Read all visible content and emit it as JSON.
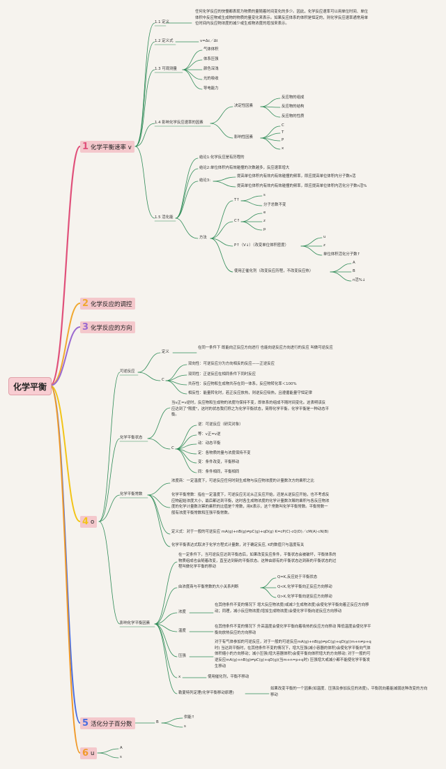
{
  "root": "化学平衡",
  "branches": [
    {
      "num": "1",
      "label": "化学平衡速率 v",
      "color": "#e0507a"
    },
    {
      "num": "2",
      "label": "化学反应的调控",
      "color": "#f0a830"
    },
    {
      "num": "3",
      "label": "化学反应的方向",
      "color": "#9a6ad0"
    },
    {
      "num": "4",
      "label": "o",
      "color": "#f2c418"
    },
    {
      "num": "5",
      "label": "活化分子百分数",
      "color": "#4a6ee0"
    },
    {
      "num": "6",
      "label": "u",
      "color": "#f09a2a"
    }
  ],
  "b1": {
    "def_label": "1.1 定义",
    "def_text": "任何化学反应的快慢都表现为物质的量随着时间变化的多少。因此，化学反应速率可以用单位时间、单位体积中反应物或生成物的物质的量变化来表示。如果反应体系的体积是恒定的，则化学反应速率通常用单位时间内反应物浓度的减少或生成物浓度的增加来表示。",
    "formula_label": "1.2 定义式",
    "formula": "v=Δc／Δt",
    "measure_label": "1.3 可观测量",
    "measures": [
      "气体体积",
      "体系压强",
      "颜色深浅",
      "光的吸收",
      "导电能力"
    ],
    "factors_label": "1.4 影响化学反应速率的因素",
    "decisive_label": "决定性因素",
    "decisive": [
      "反应物的组成",
      "反应物的结构",
      "反应物的性质"
    ],
    "influence_label": "影响性因素",
    "influence": [
      "C",
      "T",
      "P",
      "x"
    ],
    "activation_label": "1.5 活化能",
    "conclusions": [
      "结论1:化学反应是有历程的",
      "结论2:单位体积内有效碰撞的次数越多，反应速率增大"
    ],
    "c3_label": "结论3:",
    "c3_items": [
      "提高单位体积内有效内有效碰撞的频率，即应提高单位体积内分子数n活",
      "提高单位体积内有效内有效碰撞的频率，即应提高单位体积内活化分子数n活%"
    ],
    "method_label": "方法",
    "t_label": "T↑",
    "t_items": [
      "s",
      "分子总数不变"
    ],
    "c_label": "C↑",
    "c_items": [
      "e",
      "z",
      "p"
    ],
    "p_label": "P↑（V↓）（改变单位体积密度）",
    "p_items": [
      "u",
      "z",
      "单位体积活化分子数↑"
    ],
    "cat_label": "使用正催化剂（改变反应历程，不改变反应热）",
    "cat_items": [
      "A",
      "B",
      "n活%↓"
    ]
  },
  "b4": {
    "rev_label": "可逆反应",
    "def_label": "定义",
    "def_text": "在同一条件下 既能向正反应方向进行 也能向逆反应方向进行的反应 叫做可逆反应",
    "c_label": "C",
    "c_items": [
      "双向性：可逆反应分为方向相反的反应——正逆反应",
      "双同性：正逆反应在相同条件下同时反应",
      "共存性：反应物和生成物共存在同一体系，反应物转化率＜100%",
      "相反性：能量转化时，若正反应放热，则逆反应吸热，且遵循能量守恒定律"
    ],
    "state_label": "化学平衡状态",
    "state_text": "当v正=v逆时，反应物和生成物的浓度均保持不变，即体系的组成不随时间变化。这表明该反应达到了\"限度\"，这时的状态我们称之为化学平衡状态，简称化学平衡。化学平衡是一种动态平衡。",
    "state_c_label": "C",
    "state_c_items": [
      "逆：可逆反应（研究对象）",
      "等：v正=v逆",
      "动：动态平衡",
      "定：各物质的量与浓度保持不变",
      "变：条件改变，平衡移动",
      "同：条件相同，平衡相同"
    ],
    "k_label": "化学平衡常数",
    "k_items": [
      "浓度商：一定温度下，可逆反应任何时刻生成物与反应物浓度的计量数次方的乘积之比",
      "化学平衡常数：指在一定温度下，可逆反应无论从正反应开始，还是从逆反应开始，也不考虑反应物起始浓度大小，最后都达到平衡，这时各生成物浓度的化学计量数次幂的乘积与各反应物浓度的化学计量数次幂的乘积的比值是个常数，用K表示，这个常数叫化学平衡常数。平衡常数一般有浓度平衡常数和压强平衡常数。",
      "定义式：对于一般的可逆反应 mA(g)+nB(g)⇌pC(g)+qD(g) K=cP(C)·cQ(D)／cM(A)·cN(B)",
      "化学平衡表达式取决于化学方程式计量数，对于确定反应, K的数值只与温度有关"
    ],
    "shift_label": "影响化学平衡因素",
    "shift_intro": "在一定条件下，当可逆反应达到平衡态后，如果改变反应条件，平衡状态会被破坏，平衡体系的物质组成也会随着改变，直至达到新的平衡状态。这种由原有的平衡状态达到新的平衡状态的过程叫做化学平衡的移动",
    "qk_label": "由浓度商与平衡常数的大小关系判断",
    "qk_items": [
      "Q=K,反应处于平衡状态",
      "Q<K,化学平衡向正反应方向移动",
      "Q>K,化学平衡向逆反应方向移动"
    ],
    "conc_label": "浓度",
    "conc_text": "在其他条件不变的情况下 增大反应物浓度(或减少生成物浓度)会使化学平衡向着正反应方向移动；同理，减小反应物浓度(增加生成物浓度)会使化学平衡向逆反应方向移动",
    "temp_label": "温度",
    "temp_text": "在其他条件不变的情况下 升高温度会使化学平衡向着吸热的反应方向移动 降低温度会使化学平衡向放热反应的方向移动",
    "pres_label": "压强",
    "pres_text": "对于有气体参加的可逆反应，对于一般的可逆反应mA(g)+nB(g)⇌pC(g)+qD(g)(m+n≠p+q时) 当达到平衡时，在其他条件不变的情况下，增大压强(减小容器的体积)会使化学平衡向气体体积缩小的方向移动；减小压强(增大容器体积)会使平衡向体积增大的方向移动; 对于一般的可逆反应mA(g)+nB(g)⇌pC(g)+qD(g)(当m+n=p+q时) 压强增大或减小都不能使化学平衡发生移动",
    "x_label": "x",
    "x_text": "使用催化剂，平衡不移动",
    "lechatelier_label": "勒夏特列定理(化学平衡移动原理)",
    "lechatelier_text": "如果改变平衡的一个因素(如温度、压强及参加反应的浓度)，平衡就向着能减弱这种改变的方向移动"
  },
  "b5": {
    "b_label": "B",
    "items": [
      "供能↑",
      "s"
    ]
  },
  "b6": {
    "items": [
      "A",
      "s"
    ]
  }
}
